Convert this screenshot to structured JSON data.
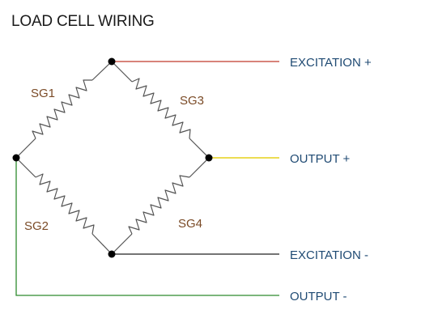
{
  "title": "LOAD CELL WIRING",
  "strain_gauges": {
    "sg1": "SG1",
    "sg2": "SG2",
    "sg3": "SG3",
    "sg4": "SG4"
  },
  "terminals": {
    "excitation_plus": "EXCITATION +",
    "output_plus": "OUTPUT +",
    "excitation_minus": "EXCITATION -",
    "output_minus": "OUTPUT -"
  },
  "colors": {
    "excitation_plus_wire": "#c0392b",
    "output_plus_wire": "#e6d21a",
    "excitation_minus_wire": "#222222",
    "output_minus_wire": "#2e8b2e",
    "resistor": "#555555",
    "node": "#000000",
    "label_gauge": "#7a4a26",
    "label_terminal": "#1f4a73"
  }
}
